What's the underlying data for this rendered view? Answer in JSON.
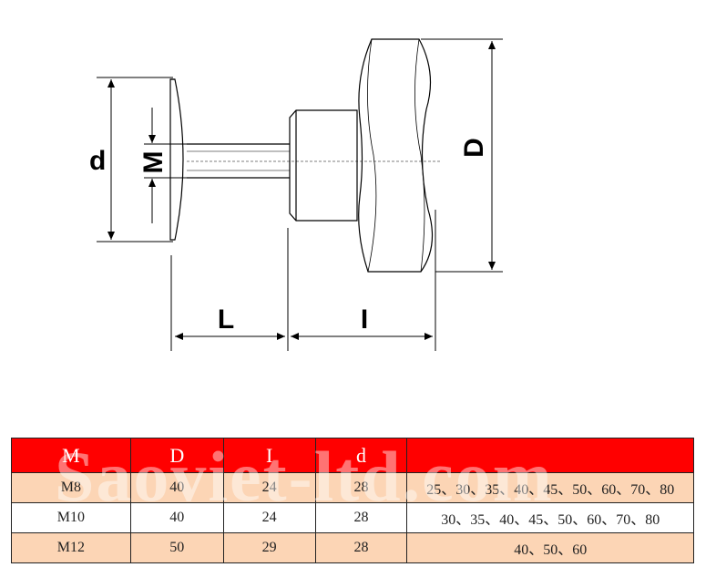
{
  "drawing": {
    "labels": {
      "d": "d",
      "M": "M",
      "D": "D",
      "L": "L",
      "I": "I"
    }
  },
  "table": {
    "headers": [
      "M",
      "D",
      "I",
      "d",
      ""
    ],
    "rows": [
      [
        "M8",
        "40",
        "24",
        "28",
        "25、30、35、40、45、50、60、70、80"
      ],
      [
        "M10",
        "40",
        "24",
        "28",
        "30、35、40、45、50、60、70、80"
      ],
      [
        "M12",
        "50",
        "29",
        "28",
        "40、50、60"
      ]
    ]
  },
  "watermark": "Saoviet-ltd.com",
  "colors": {
    "header": "#ff0000",
    "row_alt": "#fcd5b5"
  }
}
